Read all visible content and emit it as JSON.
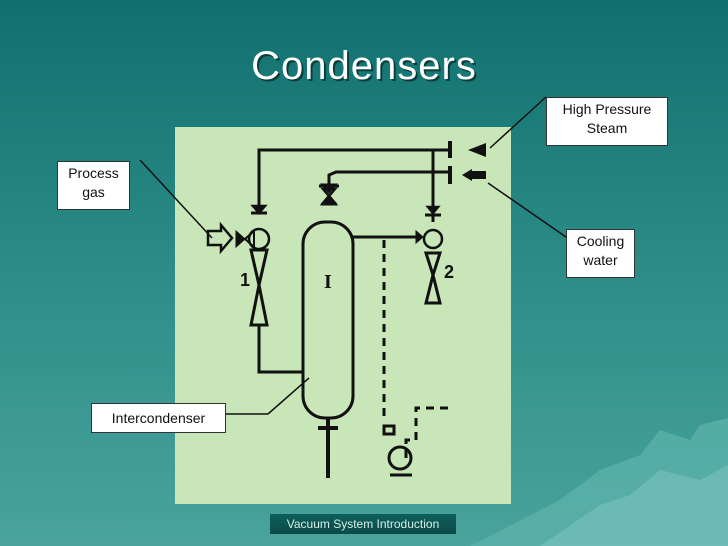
{
  "slide": {
    "title": "Condensers",
    "footer": "Vacuum System Introduction"
  },
  "callouts": {
    "high_pressure_steam": "High Pressure Steam",
    "process_gas": "Process gas",
    "cooling_water": "Cooling water",
    "intercondenser": "Intercondenser"
  },
  "diagram": {
    "ejector_1_label": "1",
    "ejector_2_label": "2",
    "condenser_label": "I",
    "colors": {
      "panel": "#c8e6b8",
      "line": "#111111",
      "background": "#10706e"
    }
  }
}
